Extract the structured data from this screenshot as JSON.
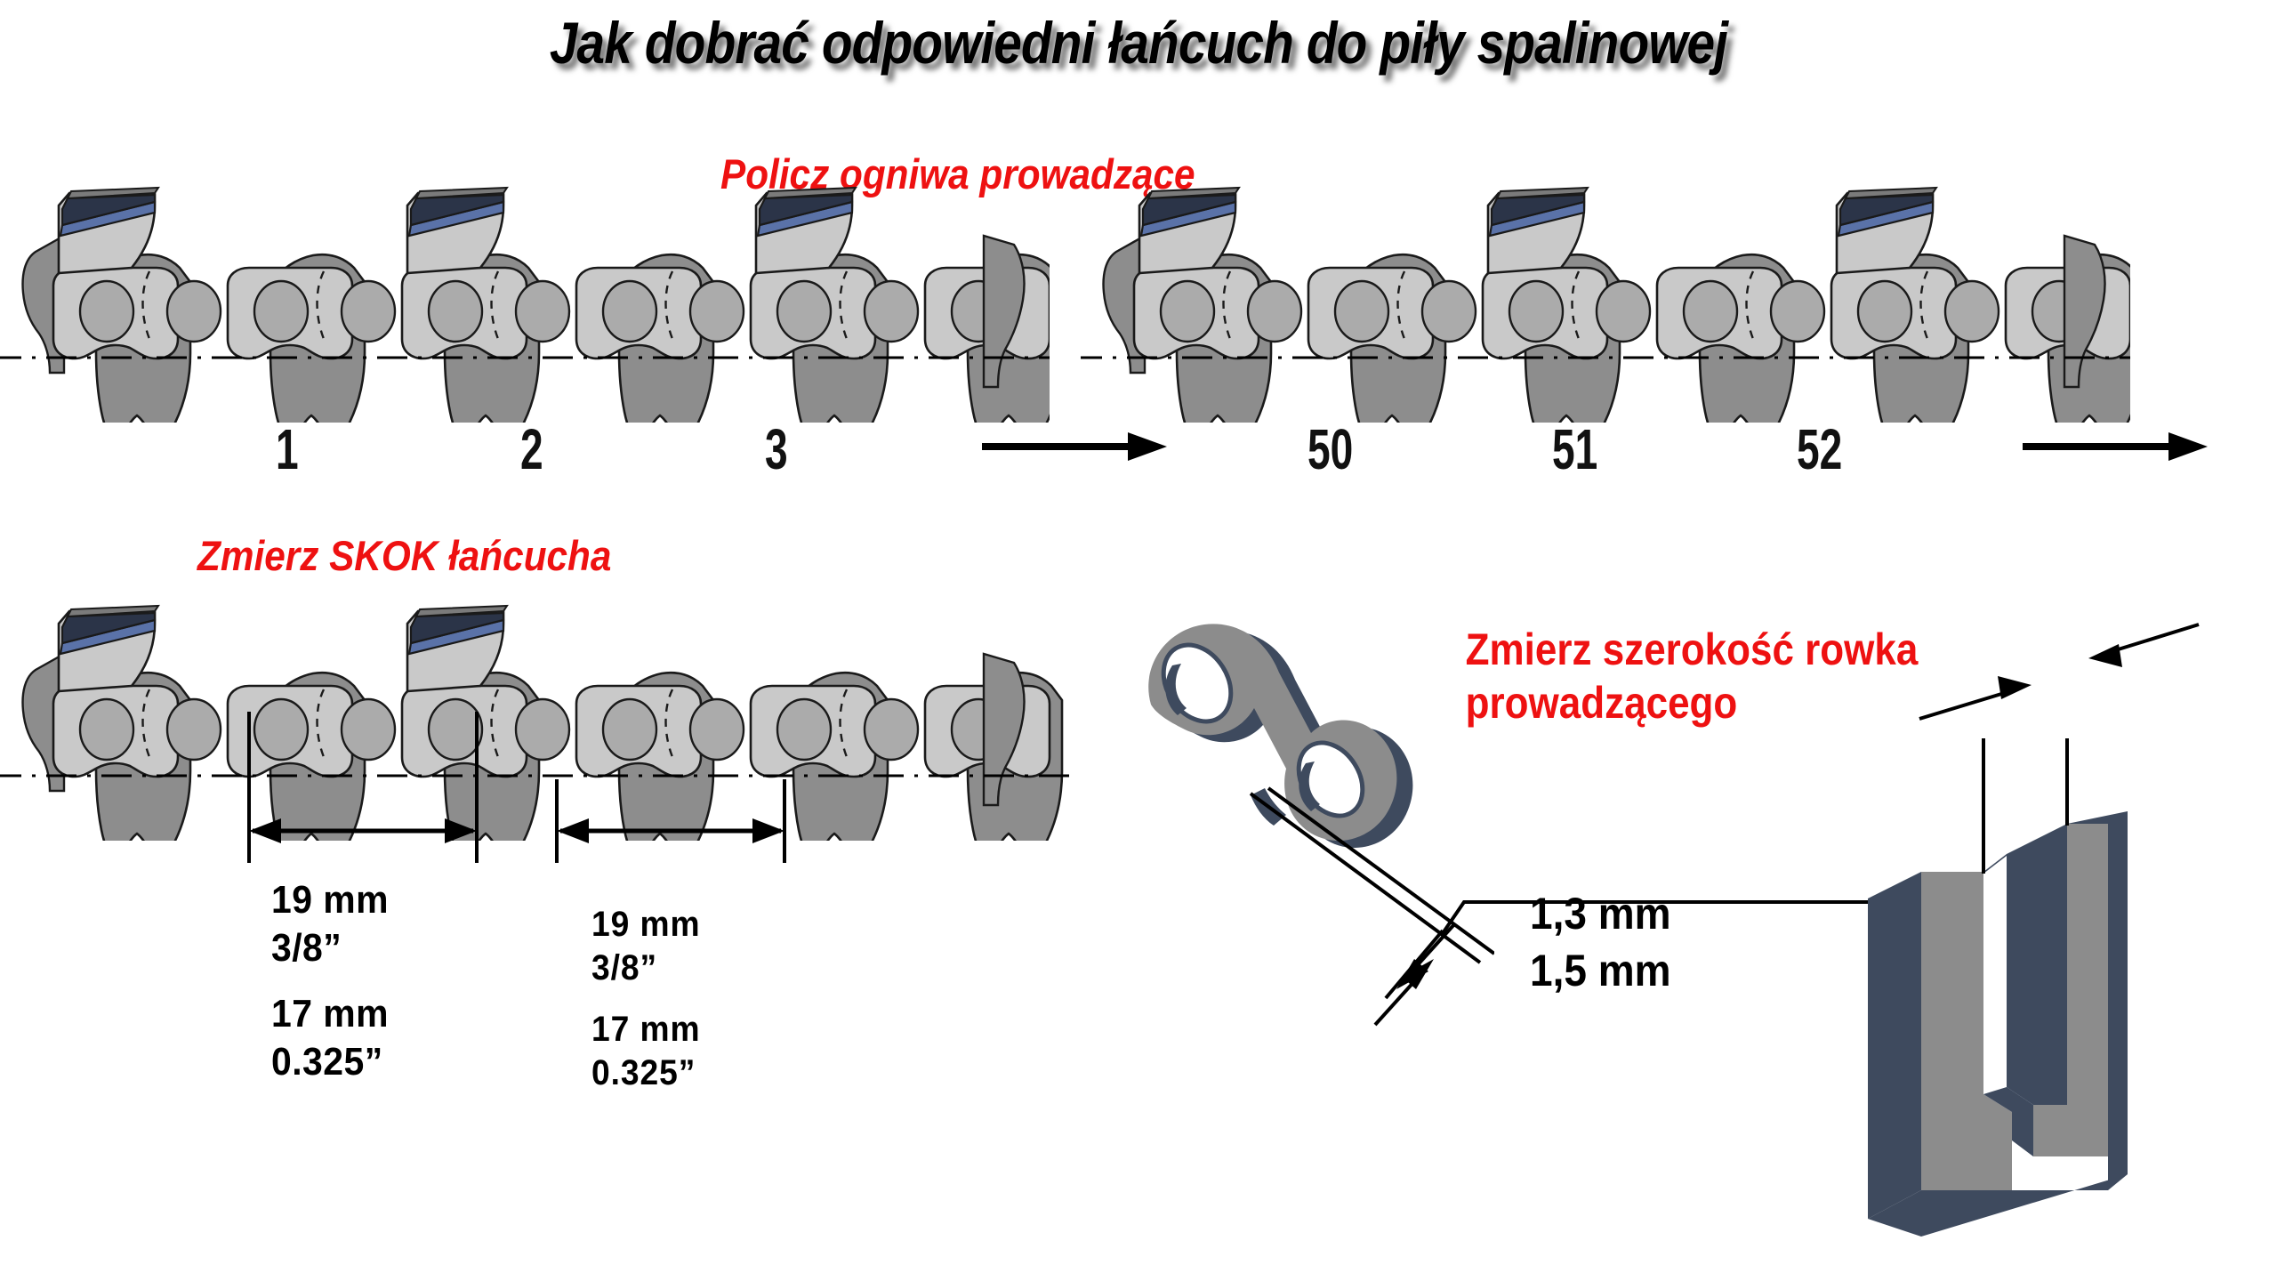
{
  "page": {
    "title": "Jak dobrać odpowiedni łańcuch do piły spalinowej",
    "background_color": "#ffffff",
    "accent_color": "#ee1111",
    "text_color": "#000000"
  },
  "sections": {
    "count_links": {
      "heading": "Policz ogniwa prowadzące",
      "left_numbers": [
        "1",
        "2",
        "3"
      ],
      "right_numbers": [
        "50",
        "51",
        "52"
      ],
      "arrow_left": "arrow-right-icon",
      "arrow_right": "arrow-right-icon"
    },
    "pitch": {
      "heading": "Zmierz SKOK łańcucha",
      "measurement_a": {
        "line1": "19 mm",
        "line2": "3/8”",
        "line3": "17 mm",
        "line4": "0.325”"
      },
      "measurement_b": {
        "line1": "19 mm",
        "line2": "3/8”",
        "line3": "17 mm",
        "line4": "0.325”"
      }
    },
    "gauge": {
      "heading_line1": "Zmierz szerokość rowka",
      "heading_line2": "prowadzącego",
      "value1": "1,3 mm",
      "value2": "1,5 mm"
    }
  },
  "graphics": {
    "chain_colors": {
      "tie_strap": "#c9c9c9",
      "drive_link": "#8d8d8d",
      "rivet": "#ababab",
      "outline": "#1a1a1a",
      "cutter_top_dark": "#2b3448",
      "cutter_top_blue": "#5a72a8"
    },
    "bar_colors": {
      "face": "#8c8c8c",
      "edge": "#3e4a5e"
    },
    "tie_strap_colors": {
      "face": "#8c8c8c",
      "edge": "#3e4a5e"
    }
  }
}
